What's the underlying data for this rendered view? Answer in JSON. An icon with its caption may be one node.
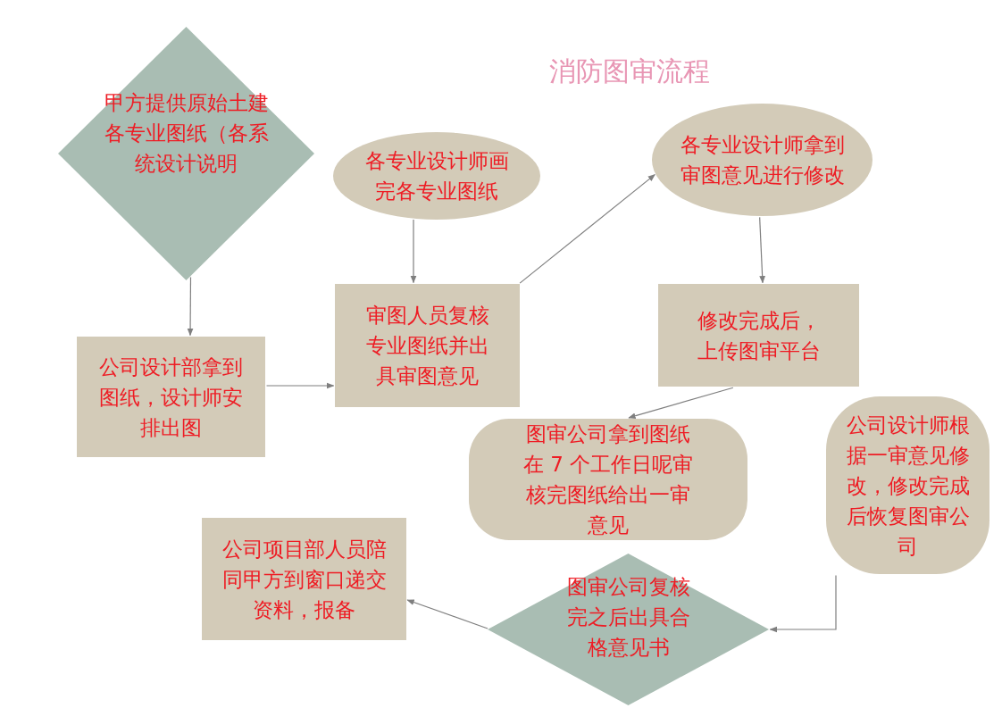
{
  "diagram": {
    "title": "消防图审流程",
    "nodes": [
      {
        "text": [
          "甲方提供原始土建各专业图纸（各系统设计说明"
        ]
      },
      {
        "text": [
          "各专业设计师画完各专业图纸"
        ]
      },
      {
        "text": [
          "各专业设计师拿到审图意见进行修改"
        ]
      },
      {
        "text": [
          "公司设计部拿到图纸，设计师安排出图"
        ]
      },
      {
        "text": [
          "审图人员复核专业图纸并出具审图意见"
        ]
      },
      {
        "text": [
          "修改完成后，上传图审平台"
        ]
      },
      {
        "text": [
          "图审公司拿到图纸在 7 个工作日呢审核完图纸给出一审意见"
        ]
      },
      {
        "text": [
          "公司设计师根据一审意见修改，修改完成后恢复图审公司"
        ]
      },
      {
        "text": [
          "公司项目部人员陪同甲方到窗口递交资料，报备"
        ]
      },
      {
        "text": [
          "图审公司复核完之后出具合格意见书"
        ]
      }
    ],
    "edges": [
      {
        "from": 0,
        "to": 3,
        "arrow": "to"
      },
      {
        "from": 3,
        "to": 4,
        "arrow": "to"
      },
      {
        "from": 1,
        "to": 4,
        "arrow": "to"
      },
      {
        "from": 4,
        "to": 2,
        "arrow": "to"
      },
      {
        "from": 2,
        "to": 5,
        "arrow": "to"
      },
      {
        "from": 5,
        "to": 6,
        "arrow": "to"
      },
      {
        "from": 7,
        "to": 9,
        "arrow": "to"
      },
      {
        "from": 9,
        "to": 8,
        "arrow": "to"
      }
    ]
  }
}
